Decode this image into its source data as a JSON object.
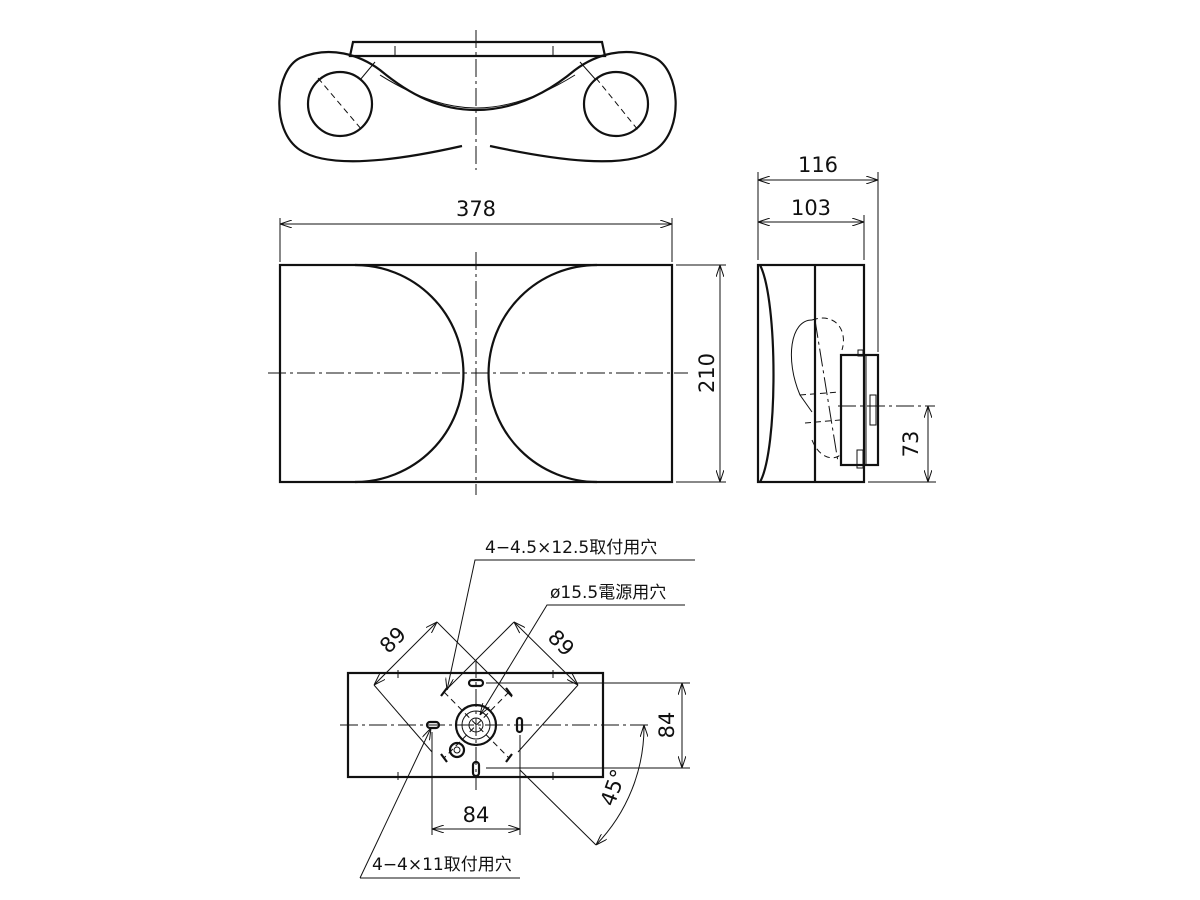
{
  "dimensions": {
    "width": "378",
    "height": "210",
    "depth_total": "116",
    "depth_body": "103",
    "mount_height": "73",
    "base_pitch_x": "84",
    "base_pitch_y": "84",
    "diag_left": "89",
    "diag_right": "89",
    "angle": "45°"
  },
  "notes": {
    "slot_holes": "4−4.5×12.5取付用穴",
    "power_hole": "ø15.5電源用穴",
    "mount_holes": "4−4×11取付用穴"
  }
}
